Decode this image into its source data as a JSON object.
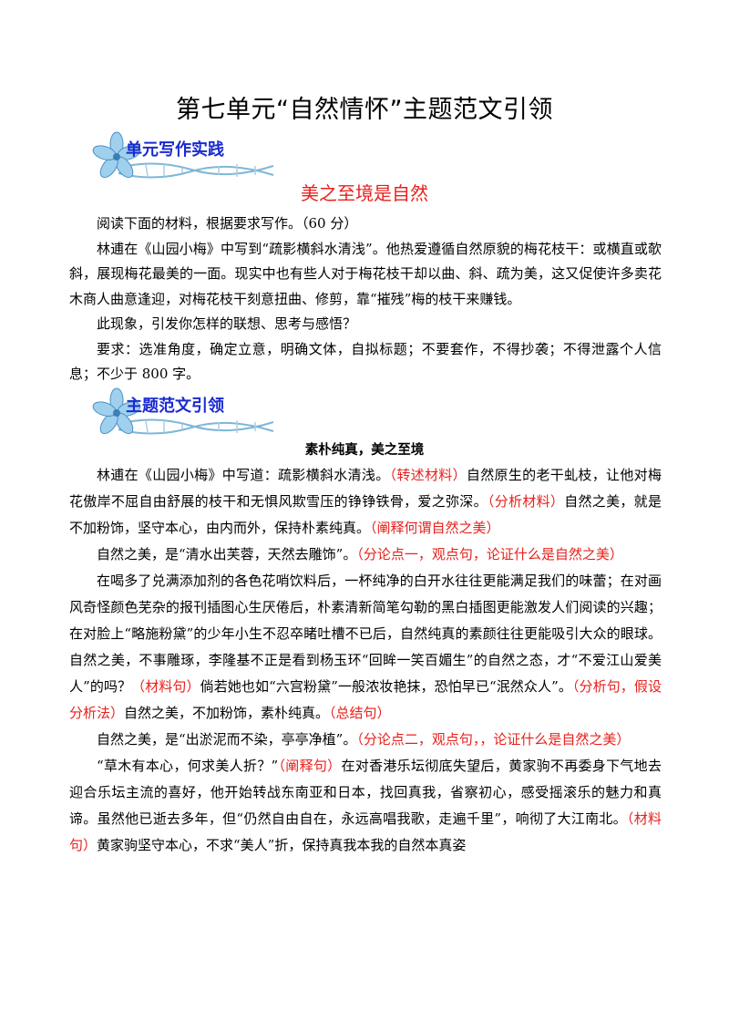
{
  "document": {
    "title": "第七单元“自然情怀”主题范文引领",
    "section1": {
      "banner": "单元写作实践",
      "prompt_title": "美之至境是自然",
      "paragraphs": [
        "阅读下面的材料，根据要求写作。（60 分）",
        "林逋在《山园小梅》中写到“疏影横斜水清浅”。他热爱遵循自然原貌的梅花枝干：或横直或欹斜，展现梅花最美的一面。现实中也有些人对于梅花枝干却以曲、斜、疏为美，这又促使许多卖花木商人曲意逢迎，对梅花枝干刻意扭曲、修剪，靠“摧残”梅的枝干来赚钱。",
        "此现象，引发你怎样的联想、思考与感悟？",
        "要求：选准角度，确定立意，明确文体，自拟标题；不要套作，不得抄袭；不得泄露个人信息；不少于 800 字。"
      ]
    },
    "section2": {
      "banner": "主题范文引领",
      "essay_title": "素朴纯真，美之至境",
      "p1": {
        "t1": "林逋在《山园小梅》中写道：疏影横斜水清浅。",
        "n1": "（转述材料）",
        "t2": "自然原生的老干虬枝，让他对梅花傲岸不屈自由舒展的枝干和无惧风欺雪压的铮铮铁骨，爱之弥深。",
        "n2": "（分析材料）",
        "t3": "自然之美，就是不加粉饰，坚守本心，由内而外，保持朴素纯真。",
        "n3": "（阐释何谓自然之美）"
      },
      "p2": {
        "t1": "自然之美，是“清水出芙蓉，天然去雕饰”。",
        "n1": "（分论点一，观点句，论证什么是自然之美）"
      },
      "p3": {
        "t1": "在喝多了兑满添加剂的各色花哨饮料后，一杯纯净的白开水往往更能满足我们的味蕾；在对画风奇怪颜色芜杂的报刊插图心生厌倦后，朴素清新简笔勾勒的黑白插图更能激发人们阅读的兴趣；在对脸上“略施粉黛”的少年小生不忍卒睹吐槽不已后，自然纯真的素颜往往更能吸引大众的眼球。自然之美，不事雕琢，李隆基不正是看到杨玉环“回眸一笑百媚生”的自然之态，才“不爱江山爱美人”的吗？",
        "n1": "（材料句）",
        "t2": "倘若她也如“六宫粉黛”一般浓妆艳抹，恐怕早已“泯然众人”。",
        "n2": "（分析句，假设分析法）",
        "t3": "自然之美，不加粉饰，素朴纯真。",
        "n3": "（总结句）"
      },
      "p4": {
        "t1": "自然之美，是“出淤泥而不染，亭亭净植”。",
        "n1": "（分论点二，观点句，，论证什么是自然之美）"
      },
      "p5": {
        "t1": "“草木有本心，何求美人折？”",
        "n1": "（阐释句）",
        "t2": "在对香港乐坛彻底失望后，黄家驹不再委身下气地去迎合乐坛主流的喜好，他开始转战东南亚和日本，找回真我，省察初心，感受摇滚乐的魅力和真谛。虽然他已逝去多年，但“仍然自由自在，永远高唱我歌，走遍千里”，响彻了大江南北。",
        "n2": "（材料句）",
        "t3": "黄家驹坚守本心，不求“美人”折，保持真我本我的自然本真姿"
      }
    }
  }
}
